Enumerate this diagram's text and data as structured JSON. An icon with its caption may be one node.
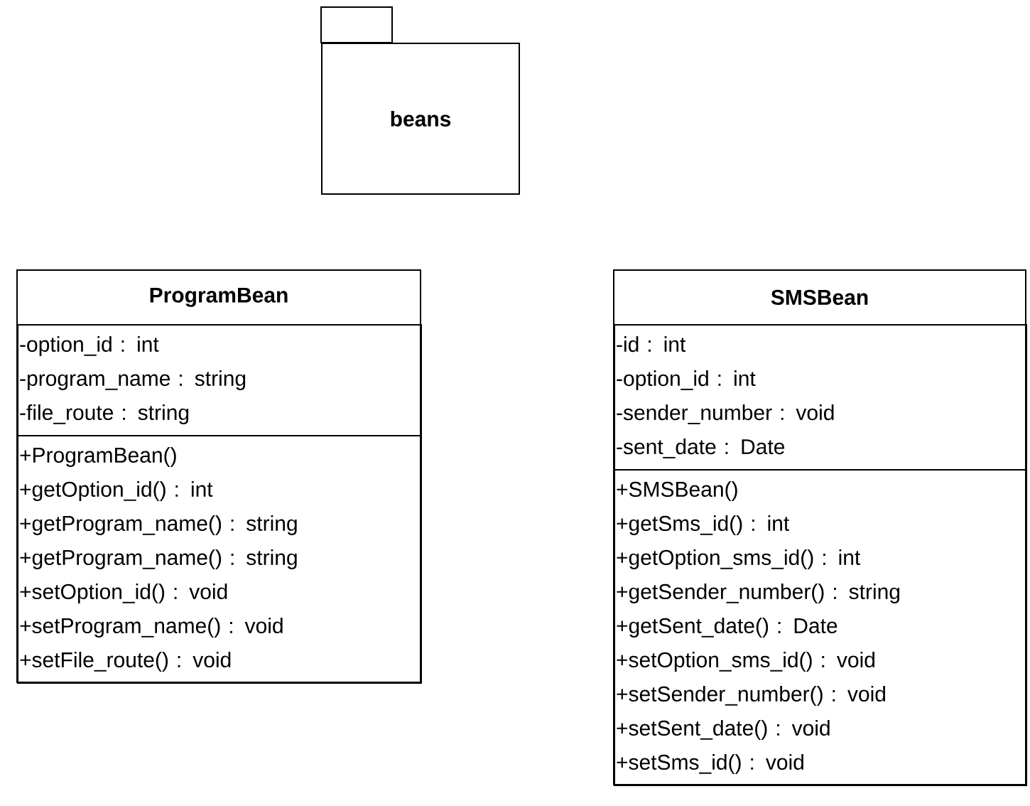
{
  "diagram": {
    "nodes": [
      {
        "text": [
          "beans"
        ]
      },
      {
        "text": [
          "ProgramBean"
        ]
      },
      {
        "text": [
          "-option_id : int",
          "-program_name : string",
          "-file_route : string"
        ],
        "in": 1
      },
      {
        "text": [
          "+ProgramBean()",
          "+getOption_id() : int",
          "+getProgram_name() : string",
          "+getProgram_name() : string",
          "+setOption_id() : void",
          "+setProgram_name() : void",
          "+setFile_route() : void"
        ],
        "in": 1
      },
      {
        "text": [
          "SMSBean"
        ]
      },
      {
        "text": [
          "-id : int",
          "-option_id : int",
          "-sender_number : void",
          "-sent_date : Date"
        ],
        "in": 4
      },
      {
        "text": [
          "+SMSBean()",
          "+getSms_id() : int",
          "+getOption_sms_id() : int",
          "+getSender_number() : string",
          "+getSent_date() : Date",
          "+setOption_sms_id() : void",
          "+setSender_number() : void",
          "+setSent_date() : void",
          "+setSms_id() : void"
        ],
        "in": 4
      }
    ],
    "edges": []
  }
}
